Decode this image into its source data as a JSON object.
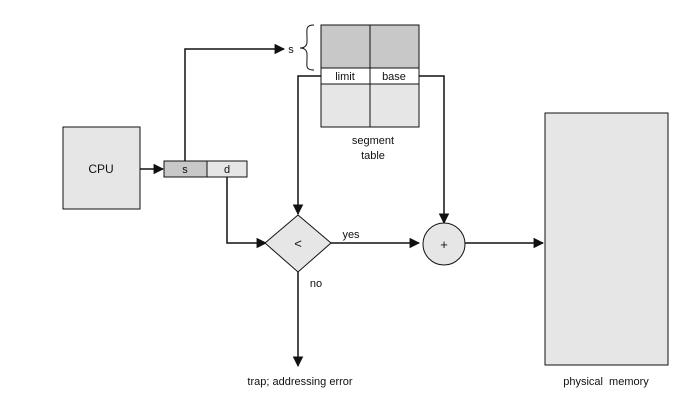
{
  "cpu": {
    "label": "CPU"
  },
  "logical_address": {
    "segment": "s",
    "offset": "d"
  },
  "segment_table": {
    "selector_label": "s",
    "columns": [
      "limit",
      "base"
    ],
    "caption_line1": "segment",
    "caption_line2": "table"
  },
  "comparator": {
    "symbol": "<",
    "yes_label": "yes",
    "no_label": "no"
  },
  "adder": {
    "symbol": "+"
  },
  "trap": {
    "label": "trap; addressing error"
  },
  "memory": {
    "label": "physical  memory"
  },
  "colors": {
    "box_fill": "#e6e6e6",
    "segment_row_fill": "#c8c8c8",
    "stroke": "#111111",
    "background": "#ffffff"
  }
}
